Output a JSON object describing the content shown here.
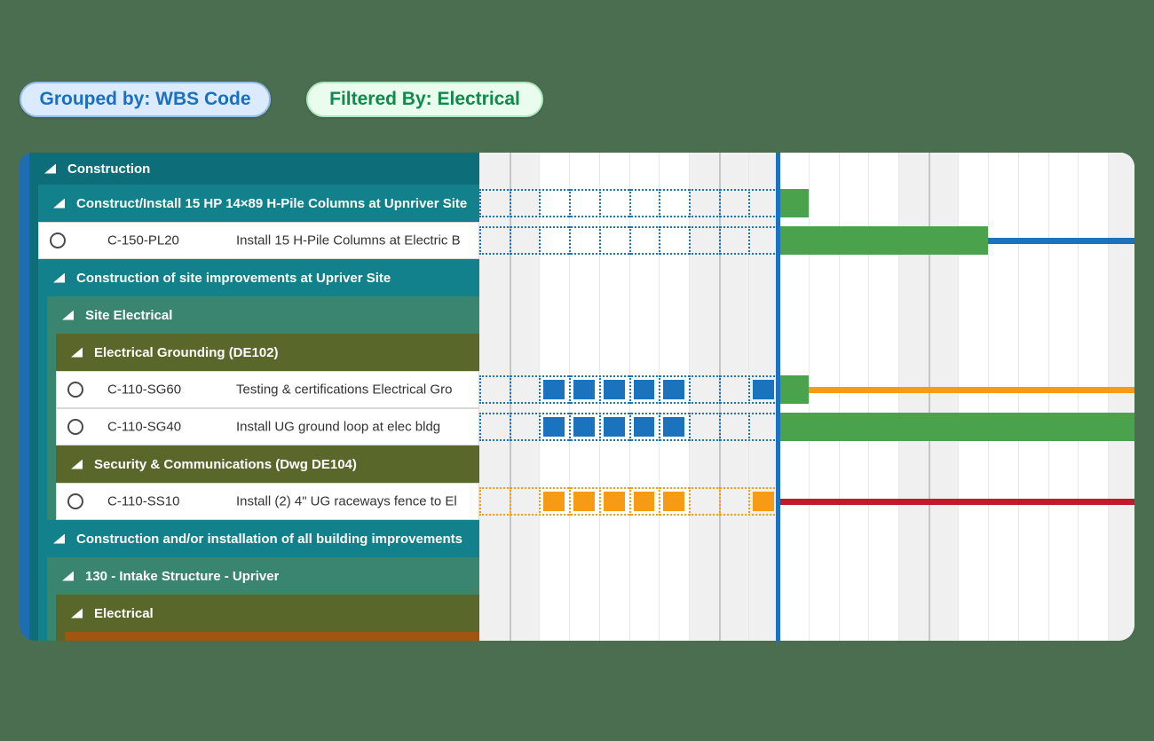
{
  "badges": [
    {
      "label": "Grouped by: WBS Code",
      "bg": "#dbeafd",
      "border": "#93bfed",
      "text_color": "#1b6fc0"
    },
    {
      "label": "Filtered By: Electrical",
      "bg": "#e9fcee",
      "border": "#aee8bf",
      "text_color": "#108a4a"
    }
  ],
  "colors": {
    "page_bg": "#4b6e51",
    "outer_strip_blue": "#1e6cb1",
    "level1_teal": "#0d6e79",
    "level2_teal": "#12818b",
    "level3_green_teal": "#3a8570",
    "level4_olive": "#5a672b",
    "level5_brown": "#a05511",
    "task_row_border": "#d8d8d8",
    "weekend_shade": "#f0f0f0",
    "grid_light": "#e8e8e8",
    "grid_dark": "#c6c6c6",
    "data_date_blue": "#1a72c2",
    "bar_green": "#4ba24c",
    "bar_blue": "#1b73bd",
    "bar_orange": "#f89b14",
    "bar_red": "#c11a2b"
  },
  "gantt": {
    "rows": [
      {
        "type": "group",
        "level": 1,
        "color": "level1_teal",
        "label": "Construction"
      },
      {
        "type": "group",
        "level": 2,
        "color": "level2_teal",
        "label": "Construct/Install 15 HP 14×89 H-Pile Columns at Upnriver Site",
        "gantt": {
          "dotted": {
            "color": "bar_blue",
            "from": 0,
            "to": 10,
            "filled": []
          },
          "bars": [
            {
              "kind": "bar",
              "color": "bar_green",
              "from": 10,
              "to": 11
            }
          ]
        }
      },
      {
        "type": "task",
        "level": 2,
        "code": "C-150-PL20",
        "name": "Install 15 H-Pile Columns at Electric B",
        "gantt": {
          "dotted": {
            "color": "bar_blue",
            "from": 0,
            "to": 10,
            "filled": []
          },
          "bars": [
            {
              "kind": "bar",
              "color": "bar_green",
              "from": 10,
              "to": 17
            },
            {
              "kind": "line",
              "color": "bar_blue",
              "from": 17,
              "to": 22
            }
          ]
        }
      },
      {
        "type": "group",
        "level": 2,
        "color": "level2_teal",
        "label": "Construction of site improvements at Upriver Site"
      },
      {
        "type": "group",
        "level": 3,
        "color": "level3_green_teal",
        "label": "Site Electrical"
      },
      {
        "type": "group",
        "level": 4,
        "color": "level4_olive",
        "label": "Electrical Grounding (DE102)"
      },
      {
        "type": "task",
        "level": 4,
        "code": "C-110-SG60",
        "name": "Testing & certifications Electrical Gro",
        "gantt": {
          "dotted": {
            "color": "bar_blue",
            "from": 0,
            "to": 10,
            "filled": [
              3,
              4,
              5,
              6,
              7,
              10
            ]
          },
          "bars": [
            {
              "kind": "bar",
              "color": "bar_green",
              "from": 10,
              "to": 11
            },
            {
              "kind": "line",
              "color": "bar_orange",
              "from": 11,
              "to": 22
            }
          ]
        }
      },
      {
        "type": "task",
        "level": 4,
        "code": "C-110-SG40",
        "name": "Install UG ground loop at elec bldg",
        "gantt": {
          "dotted": {
            "color": "bar_blue",
            "from": 0,
            "to": 10,
            "filled": [
              3,
              4,
              5,
              6,
              7
            ]
          },
          "bars": [
            {
              "kind": "bar",
              "color": "bar_green",
              "from": 10,
              "to": 22
            }
          ]
        }
      },
      {
        "type": "group",
        "level": 4,
        "color": "level4_olive",
        "label": "Security & Communications (Dwg DE104)"
      },
      {
        "type": "task",
        "level": 4,
        "code": "C-110-SS10",
        "name": "Install (2) 4\" UG raceways fence to El",
        "gantt": {
          "dotted": {
            "color": "bar_orange",
            "from": 0,
            "to": 10,
            "filled": [
              3,
              4,
              5,
              6,
              7,
              10
            ]
          },
          "bars": [
            {
              "kind": "line",
              "color": "bar_red",
              "from": 10,
              "to": 22
            }
          ]
        }
      },
      {
        "type": "group",
        "level": 2,
        "color": "level2_teal",
        "label": "Construction and/or installation of all building improvements"
      },
      {
        "type": "group",
        "level": 3,
        "color": "level3_green_teal",
        "label": "130 - Intake Structure - Upriver"
      },
      {
        "type": "group",
        "level": 4,
        "color": "level4_olive",
        "label": "Electrical"
      },
      {
        "type": "group",
        "level": 5,
        "color": "level5_brown",
        "label": "",
        "partial": true
      }
    ],
    "timeline": {
      "days_visible": 22,
      "data_date_day": 10,
      "weekend_days": [
        0,
        1,
        7,
        8,
        9,
        14,
        15,
        21
      ],
      "week_boundary_days": [
        1,
        8,
        15
      ]
    }
  }
}
